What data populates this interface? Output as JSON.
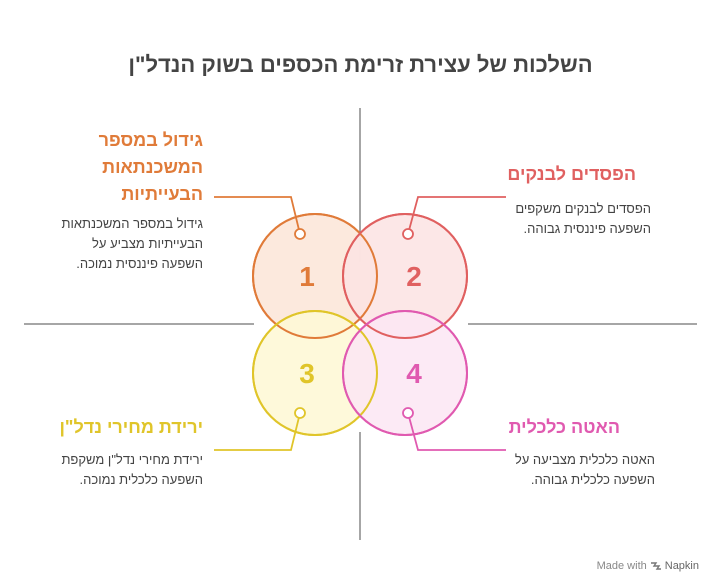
{
  "title": "השלכות של עצירת זרימת הכספים בשוק הנדל\"ן",
  "colors": {
    "orange": "#E07B39",
    "red": "#E06060",
    "yellow": "#E0C52A",
    "pink": "#E05AB0",
    "text": "#444444",
    "axis": "#888888"
  },
  "quadrants": {
    "top_left": {
      "number": "1",
      "heading_lines": [
        "גידול במספר",
        "המשכנתאות",
        "הבעייתיות"
      ],
      "desc_lines": [
        "גידול במספר המשכנתאות",
        "הבעייתיות מצביע על",
        "השפעה פיננסית נמוכה."
      ]
    },
    "top_right": {
      "number": "2",
      "heading_lines": [
        "הפסדים לבנקים"
      ],
      "desc_lines": [
        "הפסדים לבנקים משקפים",
        "השפעה פיננסית גבוהה."
      ]
    },
    "bottom_left": {
      "number": "3",
      "heading_lines": [
        "ירידת מחירי נדל\"ן"
      ],
      "desc_lines": [
        "ירידת מחירי נדל\"ן משקפת",
        "השפעה כלכלית נמוכה."
      ]
    },
    "bottom_right": {
      "number": "4",
      "heading_lines": [
        "האטה כלכלית"
      ],
      "desc_lines": [
        "האטה כלכלית מצביעה על",
        "השפעה כלכלית גבוהה."
      ]
    }
  },
  "footer": {
    "made_with": "Made with",
    "brand": "Napkin",
    "logo_icon": "napkin-logo-icon"
  }
}
